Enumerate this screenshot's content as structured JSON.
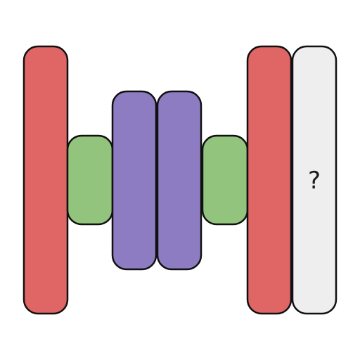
{
  "palette": {
    "red": "#e06666",
    "green": "#93c47d",
    "purple": "#8e7cc3",
    "gray": "#eeeeee",
    "stroke": "#111111"
  },
  "pattern": {
    "blocks": [
      {
        "id": "b1",
        "color": "red"
      },
      {
        "id": "b2",
        "color": "green"
      },
      {
        "id": "b3",
        "color": "purple"
      },
      {
        "id": "b4",
        "color": "purple"
      },
      {
        "id": "b5",
        "color": "green"
      },
      {
        "id": "b6",
        "color": "red"
      },
      {
        "id": "b7",
        "color": "gray",
        "label": "?"
      }
    ]
  }
}
